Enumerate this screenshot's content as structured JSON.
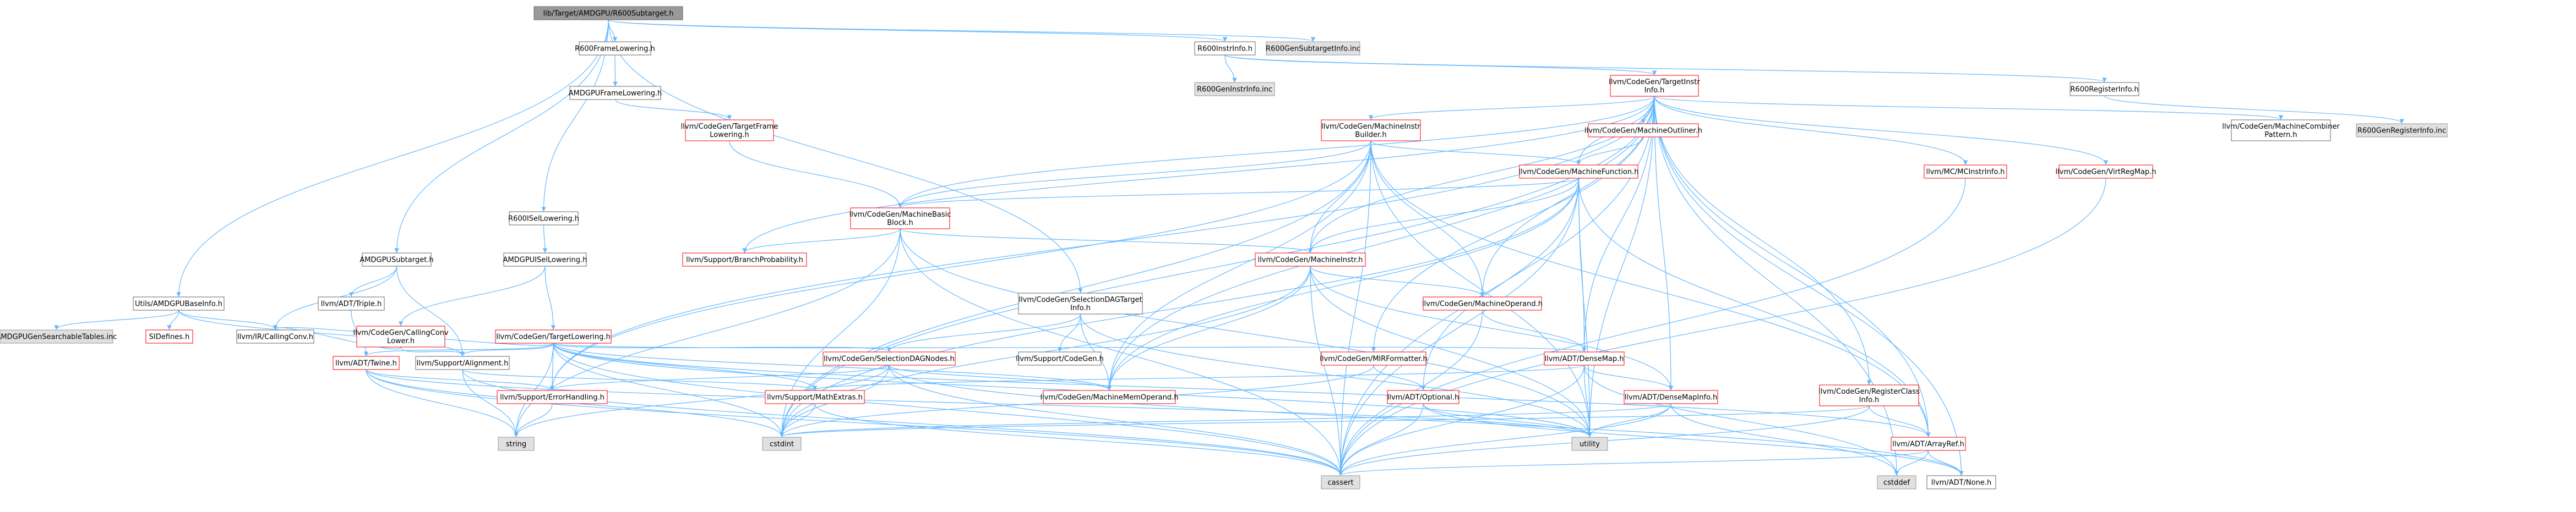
{
  "colors": {
    "background": "#ffffff",
    "edge": "#63b8ff",
    "root_fill": "#999999",
    "root_stroke": "#666666",
    "default_fill": "#ffffff",
    "default_stroke": "#666666",
    "truncated_stroke": "#ff0000",
    "system_fill": "#e0e0e0",
    "system_stroke": "#999999",
    "text": "#000000"
  },
  "nodes": [
    {
      "id": "root",
      "lines": [
        "lib/Target/AMDGPU/R600Subtarget.h"
      ],
      "kind": "root"
    },
    {
      "id": "r600framelowering",
      "lines": [
        "R600FrameLowering.h"
      ],
      "kind": "default"
    },
    {
      "id": "r600instrinfo",
      "lines": [
        "R600InstrInfo.h"
      ],
      "kind": "default"
    },
    {
      "id": "r600gensubtargetinfo",
      "lines": [
        "R600GenSubtargetInfo.inc"
      ],
      "kind": "system"
    },
    {
      "id": "amdgpuframelowering",
      "lines": [
        "AMDGPUFrameLowering.h"
      ],
      "kind": "default"
    },
    {
      "id": "r600geninstrinfo",
      "lines": [
        "R600GenInstrInfo.inc"
      ],
      "kind": "system"
    },
    {
      "id": "targetinstrinfo",
      "lines": [
        "llvm/CodeGen/TargetInstr",
        "Info.h"
      ],
      "kind": "truncated"
    },
    {
      "id": "r600registerinfo",
      "lines": [
        "R600RegisterInfo.h"
      ],
      "kind": "default"
    },
    {
      "id": "targetframelowering",
      "lines": [
        "llvm/CodeGen/TargetFrame",
        "Lowering.h"
      ],
      "kind": "truncated"
    },
    {
      "id": "machineinstrbuilder",
      "lines": [
        "llvm/CodeGen/MachineInstr",
        "Builder.h"
      ],
      "kind": "truncated"
    },
    {
      "id": "machineoutliner",
      "lines": [
        "llvm/CodeGen/MachineOutliner.h"
      ],
      "kind": "truncated"
    },
    {
      "id": "machinecombinerpattern",
      "lines": [
        "llvm/CodeGen/MachineCombiner",
        "Pattern.h"
      ],
      "kind": "default"
    },
    {
      "id": "r600genregisterinfo",
      "lines": [
        "R600GenRegisterInfo.inc"
      ],
      "kind": "system"
    },
    {
      "id": "machinefunction",
      "lines": [
        "llvm/CodeGen/MachineFunction.h"
      ],
      "kind": "truncated"
    },
    {
      "id": "mcinstrinfo",
      "lines": [
        "llvm/MC/MCInstrInfo.h"
      ],
      "kind": "truncated"
    },
    {
      "id": "virtregmap",
      "lines": [
        "llvm/CodeGen/VirtRegMap.h"
      ],
      "kind": "truncated"
    },
    {
      "id": "r600isellowering",
      "lines": [
        "R600ISelLowering.h"
      ],
      "kind": "default"
    },
    {
      "id": "machinebasicblock",
      "lines": [
        "llvm/CodeGen/MachineBasic",
        "Block.h"
      ],
      "kind": "truncated"
    },
    {
      "id": "amdgpusubtarget",
      "lines": [
        "AMDGPUSubtarget.h"
      ],
      "kind": "default"
    },
    {
      "id": "amdgpuisellowering",
      "lines": [
        "AMDGPUISelLowering.h"
      ],
      "kind": "default"
    },
    {
      "id": "branchprobability",
      "lines": [
        "llvm/Support/BranchProbability.h"
      ],
      "kind": "truncated"
    },
    {
      "id": "machineinstr",
      "lines": [
        "llvm/CodeGen/MachineInstr.h"
      ],
      "kind": "truncated"
    },
    {
      "id": "amdgpubaseinfo",
      "lines": [
        "Utils/AMDGPUBaseInfo.h"
      ],
      "kind": "default"
    },
    {
      "id": "triple",
      "lines": [
        "llvm/ADT/Triple.h"
      ],
      "kind": "default"
    },
    {
      "id": "callingconvlower",
      "lines": [
        "llvm/CodeGen/CallingConv",
        "Lower.h"
      ],
      "kind": "truncated"
    },
    {
      "id": "targetlowering",
      "lines": [
        "llvm/CodeGen/TargetLowering.h"
      ],
      "kind": "truncated"
    },
    {
      "id": "selectiondagtargetinfo",
      "lines": [
        "llvm/CodeGen/SelectionDAGTarget",
        "Info.h"
      ],
      "kind": "default"
    },
    {
      "id": "machineoperand",
      "lines": [
        "llvm/CodeGen/MachineOperand.h"
      ],
      "kind": "truncated"
    },
    {
      "id": "amdgpugensearchable",
      "lines": [
        "AMDGPUGenSearchableTables.inc"
      ],
      "kind": "system"
    },
    {
      "id": "sidefines",
      "lines": [
        "SIDefines.h"
      ],
      "kind": "truncated"
    },
    {
      "id": "callingconv",
      "lines": [
        "llvm/IR/CallingConv.h"
      ],
      "kind": "default"
    },
    {
      "id": "twine",
      "lines": [
        "llvm/ADT/Twine.h"
      ],
      "kind": "truncated"
    },
    {
      "id": "alignment",
      "lines": [
        "llvm/Support/Alignment.h"
      ],
      "kind": "default"
    },
    {
      "id": "selectiondagnodes",
      "lines": [
        "llvm/CodeGen/SelectionDAGNodes.h"
      ],
      "kind": "truncated"
    },
    {
      "id": "supportcodegen",
      "lines": [
        "llvm/Support/CodeGen.h"
      ],
      "kind": "default"
    },
    {
      "id": "mirformatter",
      "lines": [
        "llvm/CodeGen/MIRFormatter.h"
      ],
      "kind": "truncated"
    },
    {
      "id": "densemap",
      "lines": [
        "llvm/ADT/DenseMap.h"
      ],
      "kind": "truncated"
    },
    {
      "id": "registerclassinfo",
      "lines": [
        "llvm/CodeGen/RegisterClass",
        "Info.h"
      ],
      "kind": "truncated"
    },
    {
      "id": "errorhandling",
      "lines": [
        "llvm/Support/ErrorHandling.h"
      ],
      "kind": "truncated"
    },
    {
      "id": "mathextras",
      "lines": [
        "llvm/Support/MathExtras.h"
      ],
      "kind": "truncated"
    },
    {
      "id": "machinememoperand",
      "lines": [
        "llvm/CodeGen/MachineMemOperand.h"
      ],
      "kind": "truncated"
    },
    {
      "id": "optional",
      "lines": [
        "llvm/ADT/Optional.h"
      ],
      "kind": "truncated"
    },
    {
      "id": "densemapinfo",
      "lines": [
        "llvm/ADT/DenseMapInfo.h"
      ],
      "kind": "truncated"
    },
    {
      "id": "arrayref",
      "lines": [
        "llvm/ADT/ArrayRef.h"
      ],
      "kind": "truncated"
    },
    {
      "id": "string",
      "lines": [
        "string"
      ],
      "kind": "system"
    },
    {
      "id": "cstdint",
      "lines": [
        "cstdint"
      ],
      "kind": "system"
    },
    {
      "id": "utility",
      "lines": [
        "utility"
      ],
      "kind": "system"
    },
    {
      "id": "cassert",
      "lines": [
        "cassert"
      ],
      "kind": "system"
    },
    {
      "id": "cstddef",
      "lines": [
        "cstddef"
      ],
      "kind": "system"
    },
    {
      "id": "none",
      "lines": [
        "llvm/ADT/None.h"
      ],
      "kind": "default"
    }
  ],
  "edges": [
    [
      "root",
      "r600framelowering"
    ],
    [
      "root",
      "r600instrinfo"
    ],
    [
      "root",
      "r600gensubtargetinfo"
    ],
    [
      "root",
      "r600isellowering"
    ],
    [
      "root",
      "amdgpusubtarget"
    ],
    [
      "root",
      "amdgpubaseinfo"
    ],
    [
      "root",
      "selectiondagtargetinfo"
    ],
    [
      "r600framelowering",
      "amdgpuframelowering"
    ],
    [
      "amdgpuframelowering",
      "targetframelowering"
    ],
    [
      "targetframelowering",
      "machinebasicblock"
    ],
    [
      "r600instrinfo",
      "r600geninstrinfo"
    ],
    [
      "r600instrinfo",
      "targetinstrinfo"
    ],
    [
      "r600instrinfo",
      "r600registerinfo"
    ],
    [
      "r600registerinfo",
      "r600genregisterinfo"
    ],
    [
      "targetinstrinfo",
      "machineinstrbuilder"
    ],
    [
      "targetinstrinfo",
      "machineoutliner"
    ],
    [
      "targetinstrinfo",
      "machinecombinerpattern"
    ],
    [
      "targetinstrinfo",
      "machinefunction"
    ],
    [
      "targetinstrinfo",
      "mcinstrinfo"
    ],
    [
      "targetinstrinfo",
      "virtregmap"
    ],
    [
      "targetinstrinfo",
      "machinebasicblock"
    ],
    [
      "targetinstrinfo",
      "branchprobability"
    ],
    [
      "targetinstrinfo",
      "machineinstr"
    ],
    [
      "targetinstrinfo",
      "machineoperand"
    ],
    [
      "targetinstrinfo",
      "mirformatter"
    ],
    [
      "targetinstrinfo",
      "densemap"
    ],
    [
      "targetinstrinfo",
      "registerclassinfo"
    ],
    [
      "targetinstrinfo",
      "arrayref"
    ],
    [
      "targetinstrinfo",
      "errorhandling"
    ],
    [
      "targetinstrinfo",
      "cstdint"
    ],
    [
      "targetinstrinfo",
      "utility"
    ],
    [
      "targetinstrinfo",
      "cassert"
    ],
    [
      "targetinstrinfo",
      "cstddef"
    ],
    [
      "targetinstrinfo",
      "none"
    ],
    [
      "targetinstrinfo",
      "densemapinfo"
    ],
    [
      "targetinstrinfo",
      "machinememoperand"
    ],
    [
      "machineinstrbuilder",
      "machinefunction"
    ],
    [
      "machineinstrbuilder",
      "machinebasicblock"
    ],
    [
      "machineinstrbuilder",
      "machineinstr"
    ],
    [
      "machineinstrbuilder",
      "machineoperand"
    ],
    [
      "machineinstrbuilder",
      "errorhandling"
    ],
    [
      "machineinstrbuilder",
      "cstdint"
    ],
    [
      "machineinstrbuilder",
      "utility"
    ],
    [
      "machineinstrbuilder",
      "cassert"
    ],
    [
      "machineinstrbuilder",
      "arrayref"
    ],
    [
      "machineinstrbuilder",
      "machinememoperand"
    ],
    [
      "machineoutliner",
      "machinefunction"
    ],
    [
      "machinefunction",
      "machinebasicblock"
    ],
    [
      "machinefunction",
      "machineinstr"
    ],
    [
      "machinefunction",
      "machinememoperand"
    ],
    [
      "machinefunction",
      "densemap"
    ],
    [
      "machinefunction",
      "arrayref"
    ],
    [
      "machinefunction",
      "cassert"
    ],
    [
      "machinefunction",
      "utility"
    ],
    [
      "machinefunction",
      "cstdint"
    ],
    [
      "machinefunction",
      "optional"
    ],
    [
      "mcinstrinfo",
      "cassert"
    ],
    [
      "virtregmap",
      "cassert"
    ],
    [
      "machinebasicblock",
      "machineinstr"
    ],
    [
      "machinebasicblock",
      "branchprobability"
    ],
    [
      "machinebasicblock",
      "cassert"
    ],
    [
      "machinebasicblock",
      "cstdint"
    ],
    [
      "machinebasicblock",
      "string"
    ],
    [
      "machinebasicblock",
      "utility"
    ],
    [
      "r600isellowering",
      "amdgpuisellowering"
    ],
    [
      "amdgpuisellowering",
      "callingconvlower"
    ],
    [
      "amdgpuisellowering",
      "targetlowering"
    ],
    [
      "callingconvlower",
      "callingconv"
    ],
    [
      "callingconvlower",
      "alignment"
    ],
    [
      "targetlowering",
      "callingconv"
    ],
    [
      "targetlowering",
      "alignment"
    ],
    [
      "targetlowering",
      "selectiondagnodes"
    ],
    [
      "targetlowering",
      "densemap"
    ],
    [
      "targetlowering",
      "arrayref"
    ],
    [
      "targetlowering",
      "errorhandling"
    ],
    [
      "targetlowering",
      "cstdint"
    ],
    [
      "targetlowering",
      "string"
    ],
    [
      "targetlowering",
      "utility"
    ],
    [
      "targetlowering",
      "cassert"
    ],
    [
      "targetlowering",
      "machinememoperand"
    ],
    [
      "targetlowering",
      "twine"
    ],
    [
      "targetlowering",
      "mathextras"
    ],
    [
      "amdgpusubtarget",
      "triple"
    ],
    [
      "amdgpusubtarget",
      "alignment"
    ],
    [
      "amdgpusubtarget",
      "callingconv"
    ],
    [
      "triple",
      "twine"
    ],
    [
      "amdgpubaseinfo",
      "amdgpugensearchable"
    ],
    [
      "amdgpubaseinfo",
      "sidefines"
    ],
    [
      "amdgpubaseinfo",
      "callingconv"
    ],
    [
      "amdgpubaseinfo",
      "alignment"
    ],
    [
      "selectiondagtargetinfo",
      "selectiondagnodes"
    ],
    [
      "selectiondagtargetinfo",
      "supportcodegen"
    ],
    [
      "selectiondagtargetinfo",
      "machinememoperand"
    ],
    [
      "selectiondagtargetinfo",
      "utility"
    ],
    [
      "machineinstr",
      "machineoperand"
    ],
    [
      "machineinstr",
      "densemapinfo"
    ],
    [
      "machineinstr",
      "machinememoperand"
    ],
    [
      "machineinstr",
      "cassert"
    ],
    [
      "machineinstr",
      "cstdint"
    ],
    [
      "machineinstr",
      "utility"
    ],
    [
      "machineoperand",
      "densemap"
    ],
    [
      "machineoperand",
      "cassert"
    ],
    [
      "mirformatter",
      "optional"
    ],
    [
      "mirformatter",
      "cstdint"
    ],
    [
      "densemap",
      "densemapinfo"
    ],
    [
      "densemap",
      "mathextras"
    ],
    [
      "densemap",
      "cassert"
    ],
    [
      "densemap",
      "cstddef"
    ],
    [
      "densemap",
      "utility"
    ],
    [
      "registerclassinfo",
      "arrayref"
    ],
    [
      "registerclassinfo",
      "cstdint"
    ],
    [
      "registerclassinfo",
      "cassert"
    ],
    [
      "twine",
      "errorhandling"
    ],
    [
      "twine",
      "cassert"
    ],
    [
      "twine",
      "cstdint"
    ],
    [
      "twine",
      "string"
    ],
    [
      "twine",
      "utility"
    ],
    [
      "alignment",
      "mathextras"
    ],
    [
      "alignment",
      "cassert"
    ],
    [
      "alignment",
      "string"
    ],
    [
      "selectiondagnodes",
      "errorhandling"
    ],
    [
      "selectiondagnodes",
      "machinememoperand"
    ],
    [
      "selectiondagnodes",
      "cstdint"
    ],
    [
      "selectiondagnodes",
      "cassert"
    ],
    [
      "selectiondagnodes",
      "string"
    ],
    [
      "selectiondagnodes",
      "none"
    ],
    [
      "errorhandling",
      "string"
    ],
    [
      "mathextras",
      "cstdint"
    ],
    [
      "mathextras",
      "cassert"
    ],
    [
      "optional",
      "none"
    ],
    [
      "optional",
      "utility"
    ],
    [
      "optional",
      "cassert"
    ],
    [
      "densemapinfo",
      "cassert"
    ],
    [
      "densemapinfo",
      "cstddef"
    ],
    [
      "densemapinfo",
      "cstdint"
    ],
    [
      "densemapinfo",
      "utility"
    ],
    [
      "arrayref",
      "none"
    ],
    [
      "arrayref",
      "cassert"
    ],
    [
      "arrayref",
      "cstddef"
    ]
  ]
}
